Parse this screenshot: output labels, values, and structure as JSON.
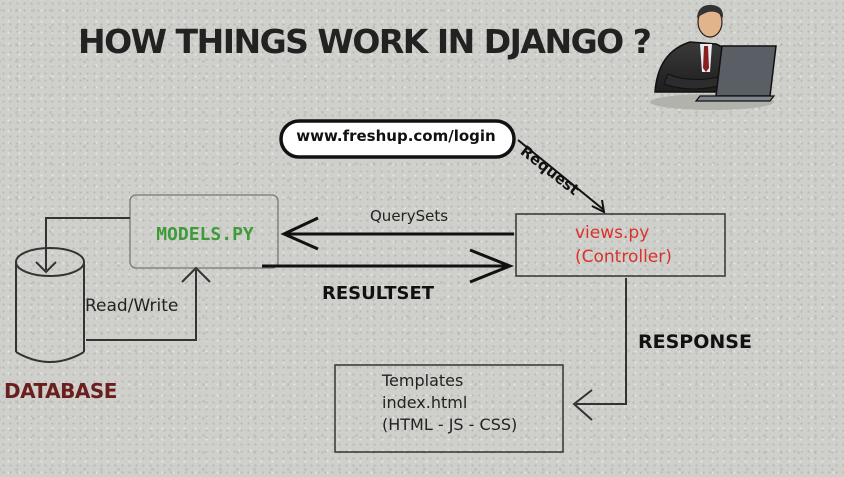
{
  "title": "HOW THINGS WORK IN DJANGO ?",
  "request_url": "www.freshup.com/login",
  "labels": {
    "request": "Request",
    "querysets": "QuerySets",
    "resultset": "RESULTSET",
    "read_write": "Read/Write",
    "response": "RESPONSE"
  },
  "nodes": {
    "models": "MODELS.PY",
    "views_line1": "views.py",
    "views_line2": "(Controller)",
    "database": "DATABASE",
    "templates": [
      "Templates",
      "index.html",
      "(HTML - JS - CSS)"
    ]
  },
  "colors": {
    "models_text": "#3f9b3a",
    "views_text": "#d9322a",
    "database_text": "#6b1e1e"
  },
  "illustration": "businessman-at-laptop"
}
